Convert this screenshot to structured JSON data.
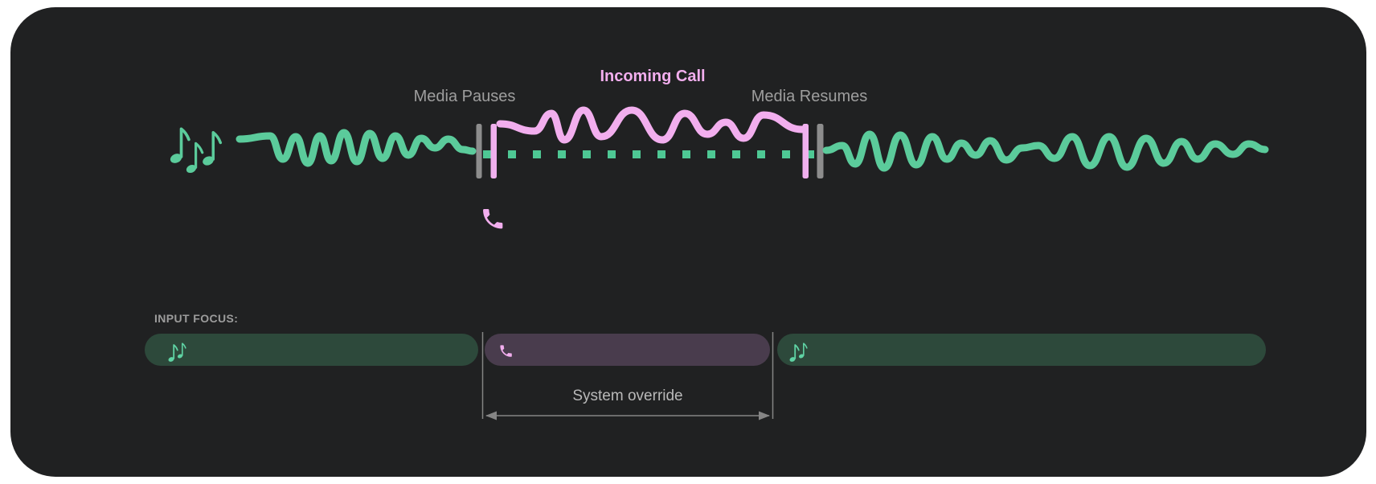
{
  "colors": {
    "canvas_bg": "#ffffff",
    "card_bg": "#202122",
    "media_green": "#5bcb9b",
    "paused_dots_green": "#4ec894",
    "call_pink": "#f2aeee",
    "marker_pink": "#f0b0ee",
    "marker_gray": "#8d8d8d",
    "label_gray": "#9e9e9e",
    "input_focus_heading_gray": "#9c9c9c",
    "override_text_gray": "#b9b9b9",
    "arrow_gray": "#858585",
    "focus_media_bar_bg": "#2d493b",
    "focus_call_bar_bg": "#493c4d",
    "focus_note_green": "#5fd3a4"
  },
  "timeline": {
    "media_pauses_label": "Media Pauses",
    "incoming_call_label": "Incoming Call",
    "media_resumes_label": "Media Resumes",
    "icons": {
      "media": "music-notes",
      "call": "phone"
    }
  },
  "input_focus": {
    "heading": "INPUT FOCUS:",
    "override_label": "System override",
    "segments": [
      {
        "icon": "music-notes",
        "type": "media"
      },
      {
        "icon": "phone",
        "type": "call"
      },
      {
        "icon": "music-notes",
        "type": "media"
      }
    ]
  }
}
